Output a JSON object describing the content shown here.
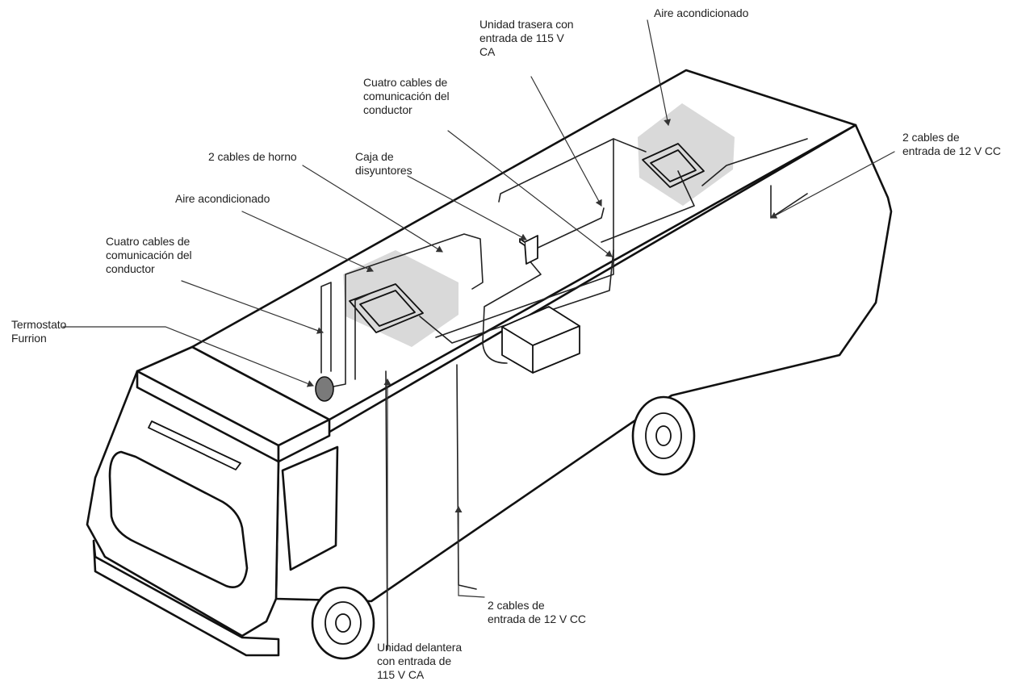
{
  "labels": {
    "rear_unit": "Unidad trasera con\nentrada de 115 V\nCA",
    "ac_rear": "Aire acondicionado",
    "comm_cables_rear": "Cuatro cables de\ncomunicación del\nconductor",
    "dc_cables_right": "2 cables de\nentrada de 12 V CC",
    "oven_cables": "2 cables de horno",
    "breaker_box": "Caja de\ndisyuntores",
    "ac_front": "Aire acondicionado",
    "comm_cables_front": "Cuatro cables de\ncomunicación del\nconductor",
    "thermostat": "Termostato\nFurrion",
    "dc_cables_bottom": "2 cables de\nentrada de 12 V CC",
    "front_unit": "Unidad delantera\ncon entrada de\n115 V CA"
  },
  "colors": {
    "outline": "#111111",
    "ac_fill": "#d9d9d9",
    "thermostat_fill": "#7a7a7a"
  }
}
